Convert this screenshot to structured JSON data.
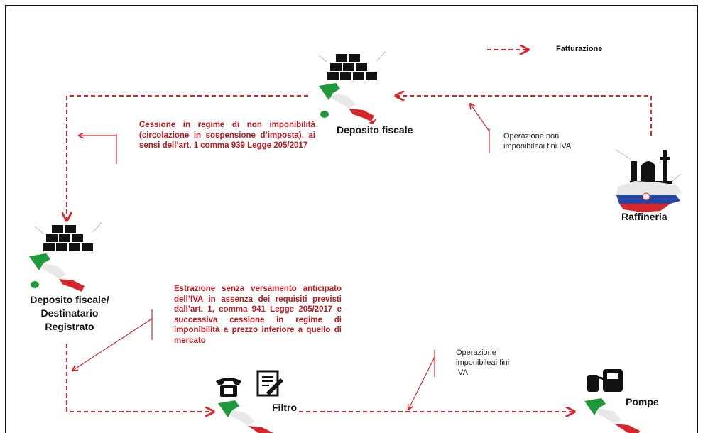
{
  "legend": {
    "label": "Fatturazione"
  },
  "nodes": {
    "deposito_fiscale": "Deposito fiscale",
    "raffineria": "Raffineria",
    "deposito_destinatario_line1": "Deposito fiscale/",
    "deposito_destinatario_line2": "Destinatario",
    "deposito_destinatario_line3": "Registrato",
    "filtro": "Filtro",
    "pompe": "Pompe"
  },
  "annotations": {
    "operazione_non_line1": "Operazione non",
    "operazione_non_line2": "imponibileai fini IVA",
    "operazione_imp_line1": "Operazione",
    "operazione_imp_line2": "imponibileai fini",
    "operazione_imp_line3": "IVA",
    "cessione": "Cessione in regime di non imponibilità (circolazione in sospensione d’imposta), ai sensi dell’art. 1 comma 939 Legge 205/2017",
    "estrazione": "Estrazione senza versamento anticipato dell’IVA in assenza dei requisiti previsti dall’art. 1, comma 941 Legge 205/2017 e successiva cessione in regime di imponibilità a prezzo inferiore a quello di mercato"
  },
  "colors": {
    "arrow": "#d7262b",
    "italy_green": "#1f9a3b",
    "italy_red": "#d7262b",
    "slovenia_blue": "#2548a8"
  },
  "icons": [
    "barrels-icon",
    "italy-map-icon",
    "slovenia-map-icon",
    "refinery-icon",
    "telephone-icon",
    "document-icon",
    "fuel-pump-icon"
  ]
}
